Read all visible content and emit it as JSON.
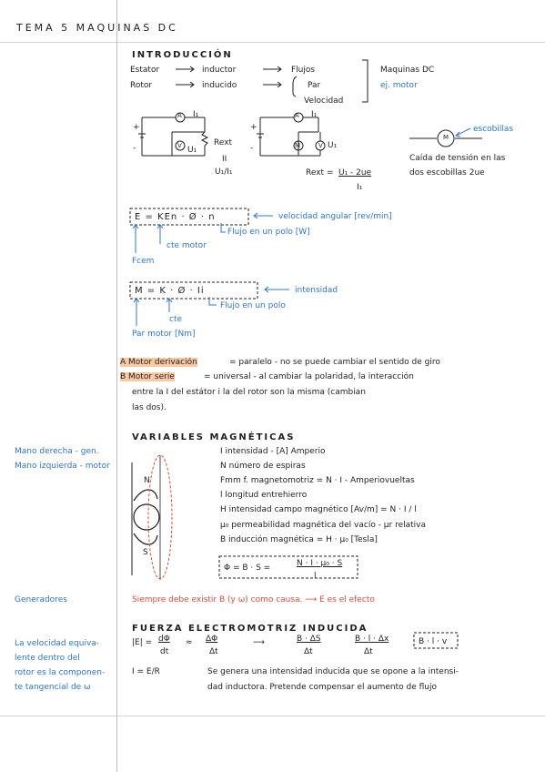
{
  "page_title": "TEMA 5 MAQUINAS DC",
  "intro": {
    "heading": "INTRODUCCIÓN",
    "row1": [
      "Estator",
      "inductor",
      "Flujos"
    ],
    "row2": [
      "Rotor",
      "inducido",
      "Par"
    ],
    "velocidad": "Velocidad",
    "maquinas": "Maquinas DC",
    "ej": "ej. motor"
  },
  "circuits": {
    "i1": "I₁",
    "u1": "U₁",
    "a": "A",
    "v": "V",
    "m": "M",
    "rext": "Rext",
    "eq": "II",
    "frac": "U₁/I₁",
    "rext2_left": "Rext =",
    "rext2_num": "U₁ - 2ue",
    "rext2_den": "I₁",
    "escobillas": "escobillas",
    "caida1": "Caída de tensión en las",
    "caida2": "dos escobillas   2ue",
    "plus": "+",
    "minus": "-"
  },
  "fcem_box": {
    "eq": "E  =  KEn · Ø · n",
    "velocidad": "velocidad angular  [rev/min]",
    "flujo": "Flujo en un polo [W]",
    "cte": "cte motor",
    "fcem": "Fcem"
  },
  "par_box": {
    "eq": "M  =  K  ·  Ø  ·  Ii",
    "intensidad": "intensidad",
    "flujo": "Flujo en un polo",
    "cte": "cte",
    "par": "Par motor [Nm]"
  },
  "motores": {
    "a_label": "A Motor derivación",
    "a_text": "=  paralelo - no se puede cambiar el sentido de giro",
    "b_label": "B Motor serie",
    "b_text": "=  universal - al cambiar la polaridad, la interacción",
    "line2": "entre la I del estátor i la del rotor son la misma (cambian",
    "line3": "las dos)."
  },
  "variables": {
    "heading": "VARIABLES MAGNÉTICAS",
    "items": [
      "I   intensidad   -   [A] Amperio",
      "N   número de espiras",
      "Fmm  f. magnetomotriz  =  N · I  -  Amperiovueltas",
      "l   longitud entrehierro",
      "H   intensidad campo magnético   [Av/m]  =  N · I / l",
      "μ₀  permeabilidad magnética del vacío  -  μr relativa",
      "B   inducción magnética  =  H · μ₀   [Tesla]"
    ],
    "phi_eq": "Φ  =  B · S  =",
    "phi_num": "N · I · μ₀ · S",
    "phi_den": "l",
    "magnet_n": "N",
    "magnet_s": "S"
  },
  "margin": {
    "mano1": "Mano derecha - gen.",
    "mano2": "Mano izquierda - motor",
    "generadores": "Generadores",
    "vel1": "La velocidad equiva-",
    "vel2": "lente dentro del",
    "vel3": "rotor es la componen-",
    "vel4": "te tangencial de ω"
  },
  "siempre": "Siempre debe existir B (y ω) como causa.  ⟶  E es el efecto",
  "fem": {
    "heading": "FUERZA ELECTROMOTRIZ INDUCIDA",
    "e_abs": "|E| =",
    "dphi": "dΦ",
    "dt": "dt",
    "approx": "≈",
    "Dphi": "ΔΦ",
    "Dt": "Δt",
    "arrow": "⟶",
    "bds": "B · ΔS",
    "bldx": "B · l · Δx",
    "blv": "B · l · v",
    "i_eq": "I  =  E/R",
    "text1": "Se genera una intensidad inducida que se opone a la intensi-",
    "text2": "dad inductora. Pretende compensar el aumento de flujo"
  },
  "colors": {
    "blue": "#2f74d0",
    "red": "#e04a3c",
    "highlight": "#f9c9a3",
    "ink": "#1f1f1f"
  }
}
